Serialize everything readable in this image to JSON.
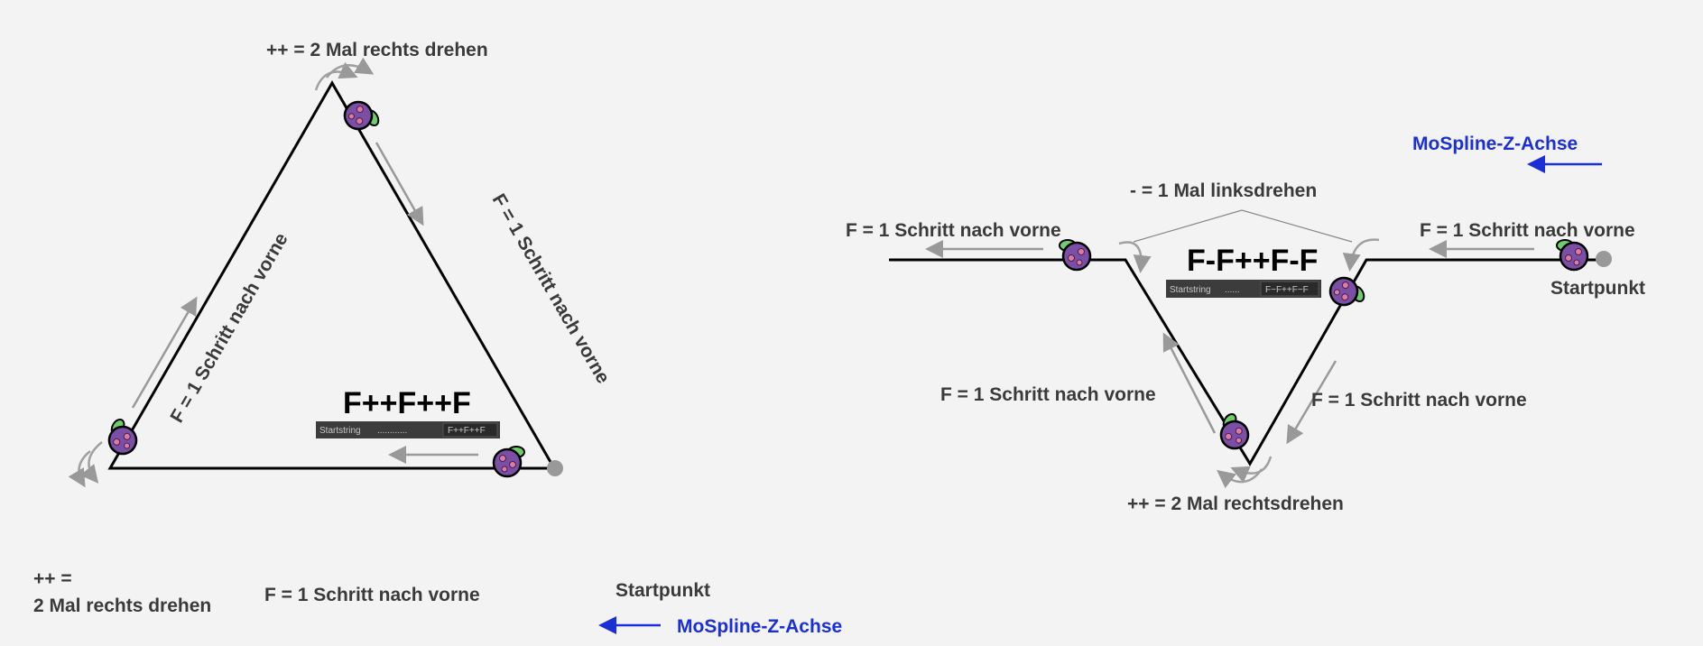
{
  "left": {
    "formula": "F++F++F",
    "startstring_label": "Startstring",
    "startstring_dots": "............",
    "startstring_value": "F++F++F",
    "top_turn": "++ = 2 Mal rechts drehen",
    "left_turn_line1": "++ =",
    "left_turn_line2": "2 Mal rechts drehen",
    "left_edge": "F = 1 Schritt nach vorne",
    "right_edge": "F = 1 Schritt nach vorne",
    "bottom_edge": "F = 1 Schritt nach vorne",
    "start": "Startpunkt",
    "axis": "MoSpline-Z-Achse"
  },
  "right": {
    "formula": "F-F++F-F",
    "startstring_label": "Startstring",
    "startstring_dots": "......",
    "startstring_value": "F−F++F−F",
    "axis": "MoSpline-Z-Achse",
    "left_turn": "- = 1 Mal linksdrehen",
    "bottom_turn": "++ = 2 Mal rechtsdrehen",
    "far_left_edge": "F = 1 Schritt nach vorne",
    "far_right_edge": "F = 1 Schritt nach vorne",
    "down_edge": "F = 1 Schritt nach vorne",
    "up_edge": "F = 1 Schritt nach vorne",
    "start": "Startpunkt"
  },
  "colors": {
    "axis": "#1a2fd6",
    "turtle_body": "#7b4fa6",
    "turtle_head": "#6ccf6c",
    "path": "#000000"
  }
}
